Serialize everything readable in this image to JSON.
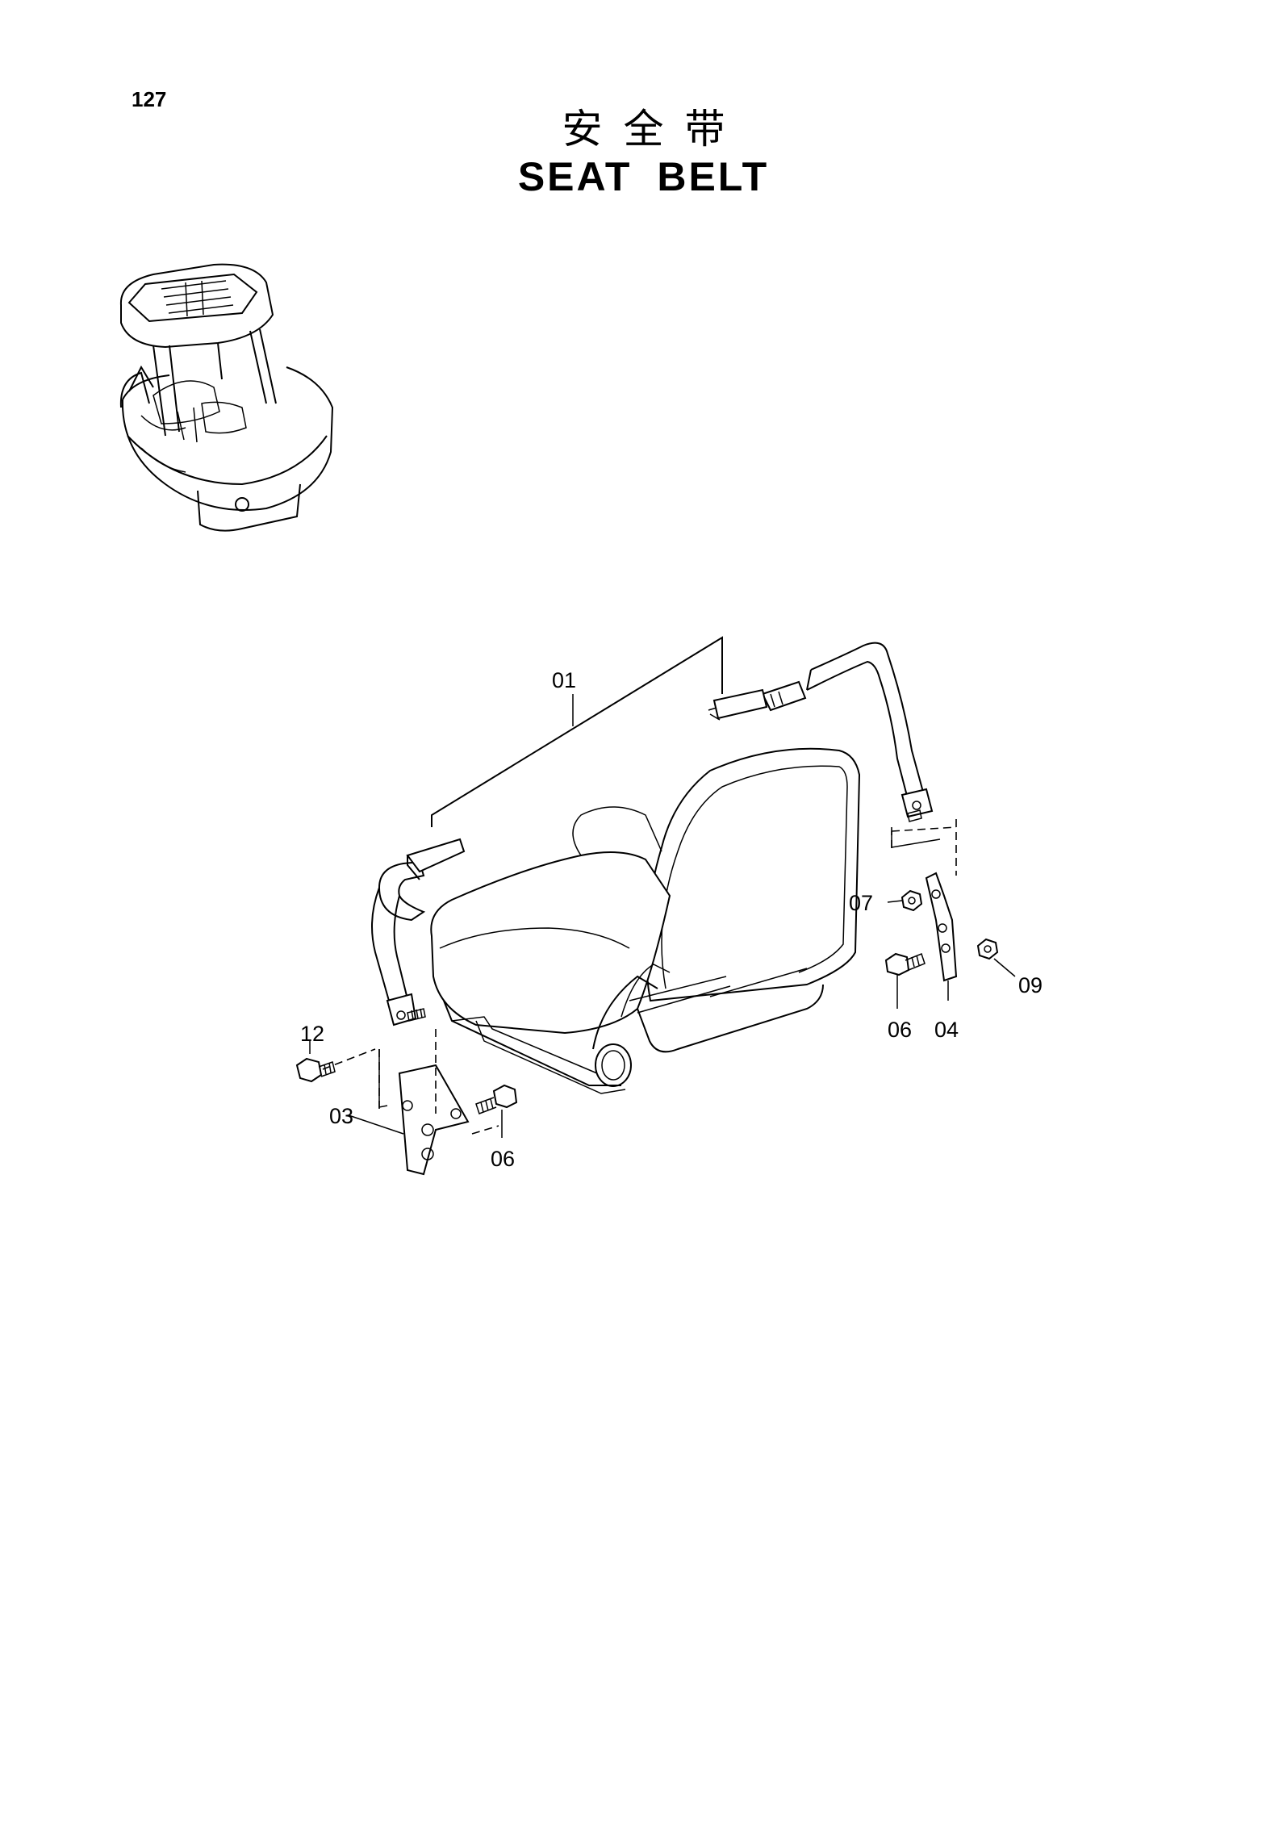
{
  "page_number": "127",
  "title_cn": "安全带",
  "title_en": "SEAT BELT",
  "callouts": [
    "01",
    "03",
    "04",
    "06",
    "06",
    "07",
    "09",
    "12"
  ]
}
